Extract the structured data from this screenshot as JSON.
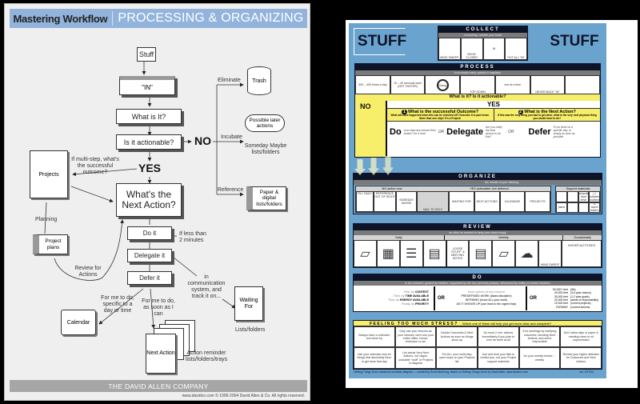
{
  "left": {
    "header_left": "Mastering Workflow",
    "header_right": "PROCESSING & ORGANIZING",
    "nodes": {
      "stuff": "Stuff",
      "in": "\"IN\"",
      "what_is_it": "What is It?",
      "actionable": "Is it  actionable?",
      "no": "NO",
      "yes": "YES",
      "next_action": "What's the Next Action?",
      "do_it": "Do it",
      "delegate_it": "Delegate it",
      "defer_it": "Defer it",
      "trash": "Trash",
      "possible_later": "Possible later actions",
      "someday": "Someday Maybe lists/folders",
      "paper": "Paper & digital lists/folders",
      "projects": "Projects",
      "project_plans": "Project plans",
      "calendar": "Calendar",
      "next_action_tray": "Next Action",
      "waiting_for": "Waiting For",
      "lists_folders": "Lists/folders",
      "action_reminder": "Action reminder lists/folders/trays"
    },
    "labels": {
      "eliminate": "Eliminate",
      "incubate": "Incubate",
      "reference": "Reference",
      "multistep": "If multi-step, what's the successful outcome?",
      "planning": "Planning",
      "review": "Review for Actions",
      "less_than_2": "If less than 2 minutes",
      "communication": "in communication system, and track it on...",
      "specific_day": "For me to do, specific to a day or time",
      "asap": "For me to do, as soon as I can"
    },
    "footer": "THE DAVID ALLEN COMPANY",
    "copyright": "www.davidco.com  © 1996-2004 David Allen & Co. All rights reserved."
  },
  "right": {
    "stuff_left": "STUFF",
    "stuff_right": "STUFF",
    "collect": {
      "title": "COLLECT",
      "subtitle": "everything, outside your head",
      "items": [
        "MIND SWEEP",
        "MOVE CLOSER",
        "IN",
        "PUT ALL \"IN\""
      ]
    },
    "process": {
      "title": "PROCESS",
      "subtitle": "in-to-empty early, quickly & regularly",
      "items": [
        "300 – 400 times a day",
        "10 – 40 seconds each (GET FASTER)",
        "Doing",
        "TOP DOWN",
        "one at a time",
        "NEVER BACK \"IN\"",
        ""
      ]
    },
    "actionable": {
      "question": "What is it? Is it actionable?",
      "no": "NO",
      "yes": "YES",
      "q1_num": "1",
      "q1_title": "What is the successful Outcome?",
      "q1_text": "What will have happened when this can be checked off? Describe it in past tense. More than one step? It's a Project!",
      "q2_num": "2",
      "q2_title": "What is the Next Action?",
      "q2_text": "If this was the only thing you had to get done, what is the very next physical thing you would have to do?",
      "do": "Do",
      "do_note": "Less than two minute Next Action? Do it now!",
      "or": "OR",
      "delegate": "Delegate",
      "delegate_note": "Are you really the best person to do this?",
      "defer": "Defer",
      "defer_note": "To be done on a specific day, or simply as soon as possible"
    },
    "organize": {
      "title": "ORGANIZE",
      "subtitle": "the results of your thinking",
      "no_action": "NO action now",
      "yes_deferred": "YES actionable, but deferred",
      "support": "Support materials",
      "no_items": [
        "FILL DAILY",
        "REFERENCE OUT OF SIGHT",
        "SOMEDAY MAYBE",
        "MAIL TO SELF"
      ],
      "yes_items": [
        "WAITING FOR",
        "NEXT ACTIONS",
        "CALENDAR",
        "PROJECTS"
      ],
      "support_items": [
        "",
        "",
        "computer hard drive",
        "( ) indicates location",
        "plans",
        "",
        "",
        "3 travel folders"
      ]
    },
    "review": {
      "title": "REVIEW",
      "subtitle": "as often as needed to keep your head empty",
      "daily": "Daily",
      "weekly": "Weekly",
      "occasionally": "Occasionally",
      "loose": "LOOSE \"STUFF\" & MEETING NOTES",
      "mind_sweep": "MIND SWEEP",
      "higher": "HIGHER ALTITUDES"
    },
    "do_section": {
      "title": "DO",
      "subtitle": "in the moment, guided by intuition, supported by the four previous phases, influenced by reality of current situation",
      "col1": [
        {
          "k": "First, by",
          "v": "CONTEXT"
        },
        {
          "k": "Then, by",
          "v": "TIME AVAILABLE"
        },
        {
          "k": "Then, by",
          "v": "ENERGY AVAILABLE"
        },
        {
          "k": "Finally, by",
          "v": "PRIORITY"
        }
      ],
      "or": "OR",
      "col2_header": "three options at any moment",
      "col2": [
        "PREDEFINED WORK (takes discipline)",
        "DEFINING (know ALL your work)",
        "AS IT SHOWS UP (can lead to the urgent trap)"
      ],
      "col3": [
        {
          "k": "50,000+ feet",
          "v": "(life)"
        },
        {
          "k": "40,000 feet",
          "v": "(3-5 year visions)"
        },
        {
          "k": "30,000 feet",
          "v": "(1-2 year goals)"
        },
        {
          "k": "20,000 feet",
          "v": "(areas of responsibility)"
        },
        {
          "k": "10,000 feet",
          "v": "(current projects)"
        },
        {
          "k": "RUNWAY",
          "v": "(current actions)"
        }
      ]
    },
    "stress": {
      "title": "FEELING TOO MUCH STRESS?",
      "question": "Which one of these will help you get more clear and complete?",
      "row1": [
        "Always have a collection tool close by",
        "Only use your inboxes as your inboxes; don't use your entire office, house, briefcase or car",
        "Decide Outcomes & Next Actions as soon as things show up",
        "Do most 2 min. actions immediately if you plan to ever do them at all",
        "End meetings by clarifying outcomes, deciding Next Actions, and who's responsible",
        "Don't allow slips of paper & meeting notes to sit unprocessed"
      ],
      "row2": [
        "Use your calendar only for things that absolutely have to get done that day",
        "List actual Very Next Actions, not vague, undoable \"stuff\" or Projects in disguise",
        "Put ALL your multi-step open loops on your Projects list",
        "Use and trust your lists to remind you, not your Project support materials",
        "Do your weekly review ... weekly",
        "Review your higher altitudes for Outcomes and Next Actions"
      ]
    },
    "credit": "Getting Things Done advanced workflow diagram — created by Scott Moehring, based on Getting Things Done by David Allen, www.davidco.com",
    "rev": "rev. 2/27/04"
  }
}
